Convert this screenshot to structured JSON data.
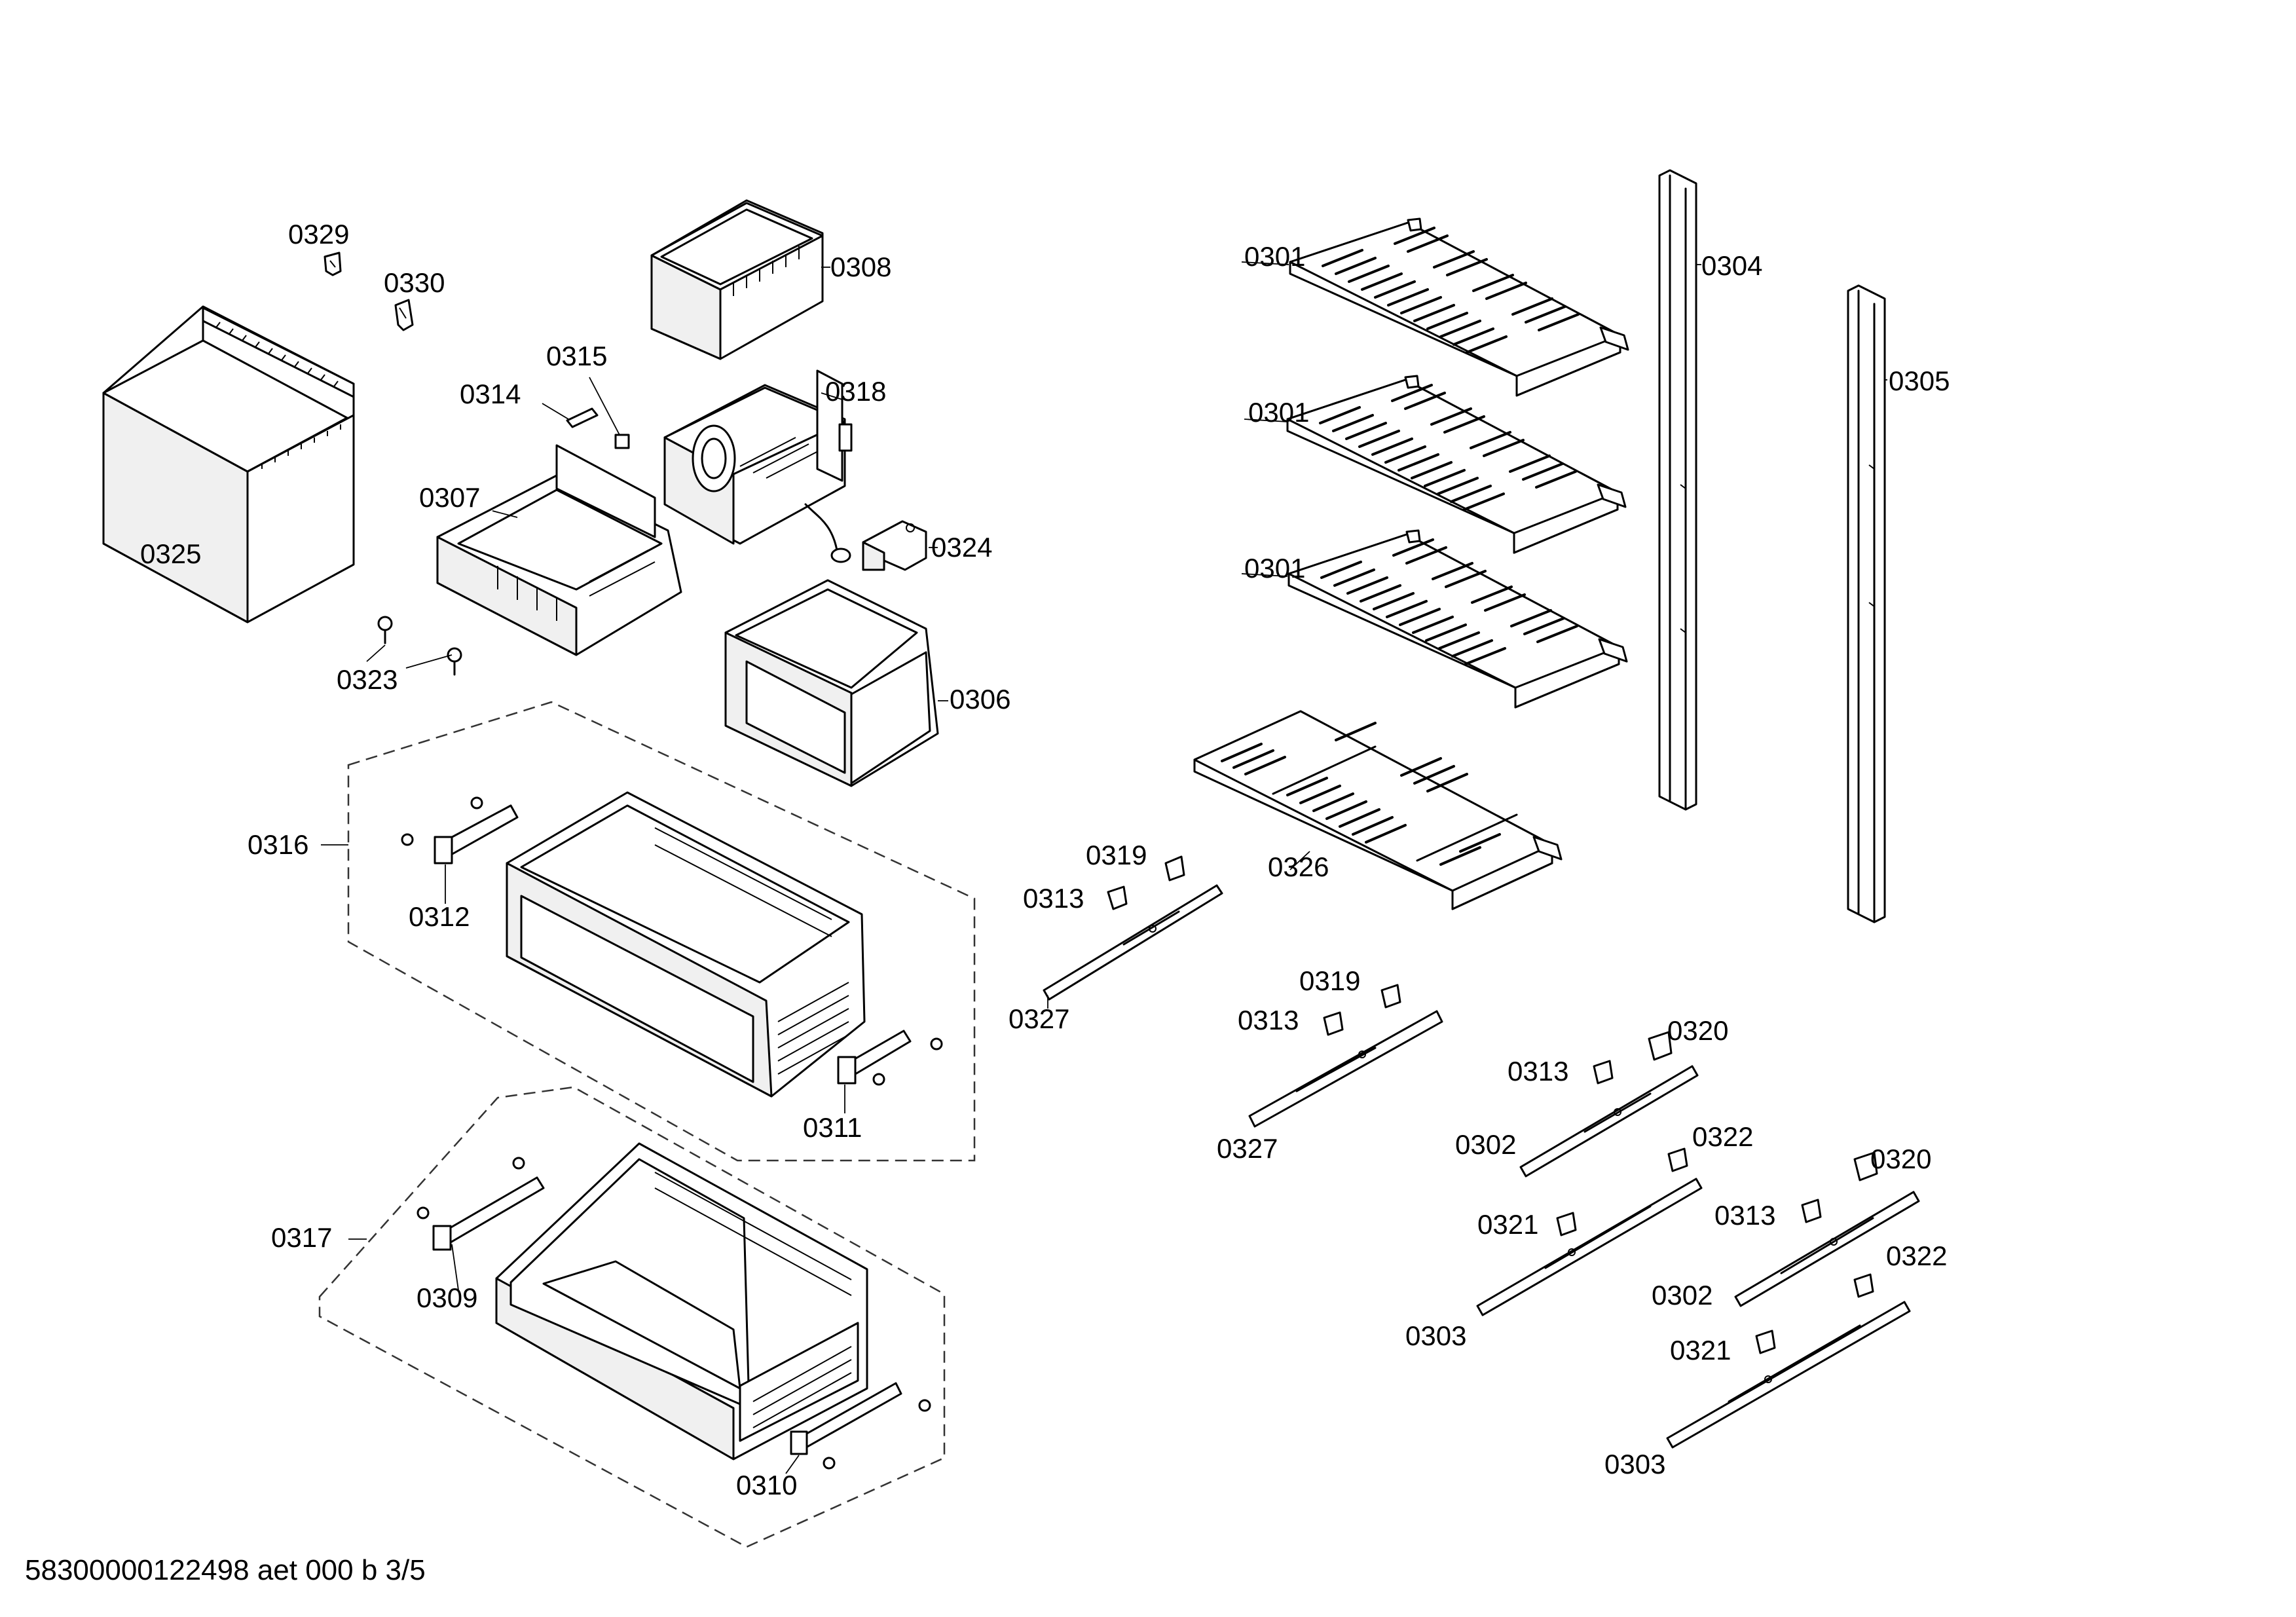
{
  "footer": {
    "doc_id": "58300000122498 aet 000 b 3/5"
  },
  "labels": {
    "p0329": "0329",
    "p0330": "0330",
    "p0325": "0325",
    "p0315": "0315",
    "p0314": "0314",
    "p0307": "0307",
    "p0323": "0323",
    "p0308": "0308",
    "p0318": "0318",
    "p0324": "0324",
    "p0306": "0306",
    "p0316": "0316",
    "p0312": "0312",
    "p0311": "0311",
    "p0317": "0317",
    "p0309": "0309",
    "p0310": "0310",
    "p0301a": "0301",
    "p0301b": "0301",
    "p0301c": "0301",
    "p0326": "0326",
    "p0304": "0304",
    "p0305": "0305",
    "p0319a": "0319",
    "p0313a": "0313",
    "p0327a": "0327",
    "p0319b": "0319",
    "p0313b": "0313",
    "p0327b": "0327",
    "p0313c": "0313",
    "p0320a": "0320",
    "p0302a": "0302",
    "p0322a": "0322",
    "p0321a": "0321",
    "p0303a": "0303",
    "p0313d": "0313",
    "p0320b": "0320",
    "p0302b": "0302",
    "p0322b": "0322",
    "p0321b": "0321",
    "p0303b": "0303"
  }
}
